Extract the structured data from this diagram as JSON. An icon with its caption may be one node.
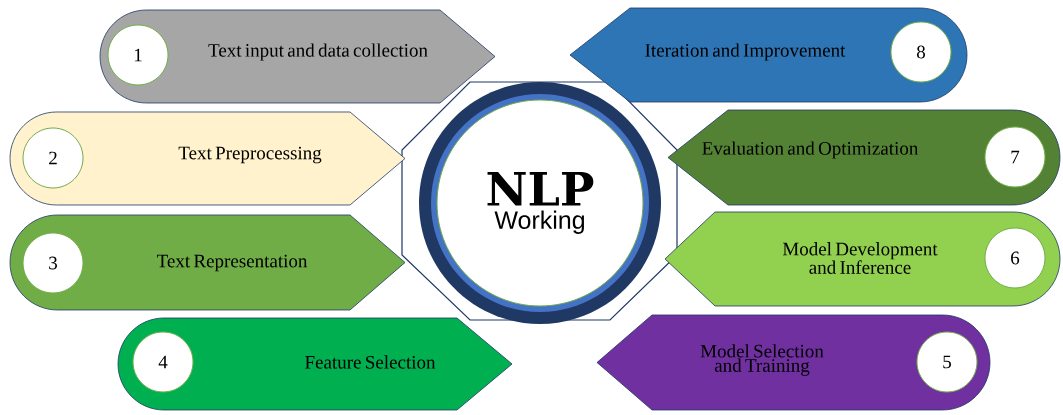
{
  "diagram": {
    "nodes": [
      {
        "text": [
          "NLP",
          "Working"
        ]
      },
      {
        "text": [
          "Text input and data collection"
        ]
      },
      {
        "text": [
          "1"
        ],
        "in": 1
      },
      {
        "text": [
          "Text Preprocessing"
        ]
      },
      {
        "text": [
          "2"
        ],
        "in": 3
      },
      {
        "text": [
          "Text Representation"
        ]
      },
      {
        "text": [
          "3"
        ],
        "in": 5
      },
      {
        "text": [
          "Feature Selection"
        ]
      },
      {
        "text": [
          "4"
        ],
        "in": 7
      },
      {
        "text": [
          "Model Selection and Training"
        ]
      },
      {
        "text": [
          "5"
        ],
        "in": 9
      },
      {
        "text": [
          "Model Development and Inference"
        ]
      },
      {
        "text": [
          "6"
        ],
        "in": 11
      },
      {
        "text": [
          "Evaluation and Optimization"
        ]
      },
      {
        "text": [
          "7"
        ],
        "in": 13
      },
      {
        "text": [
          "Iteration and Improvement"
        ]
      },
      {
        "text": [
          "8"
        ],
        "in": 15
      }
    ]
  }
}
